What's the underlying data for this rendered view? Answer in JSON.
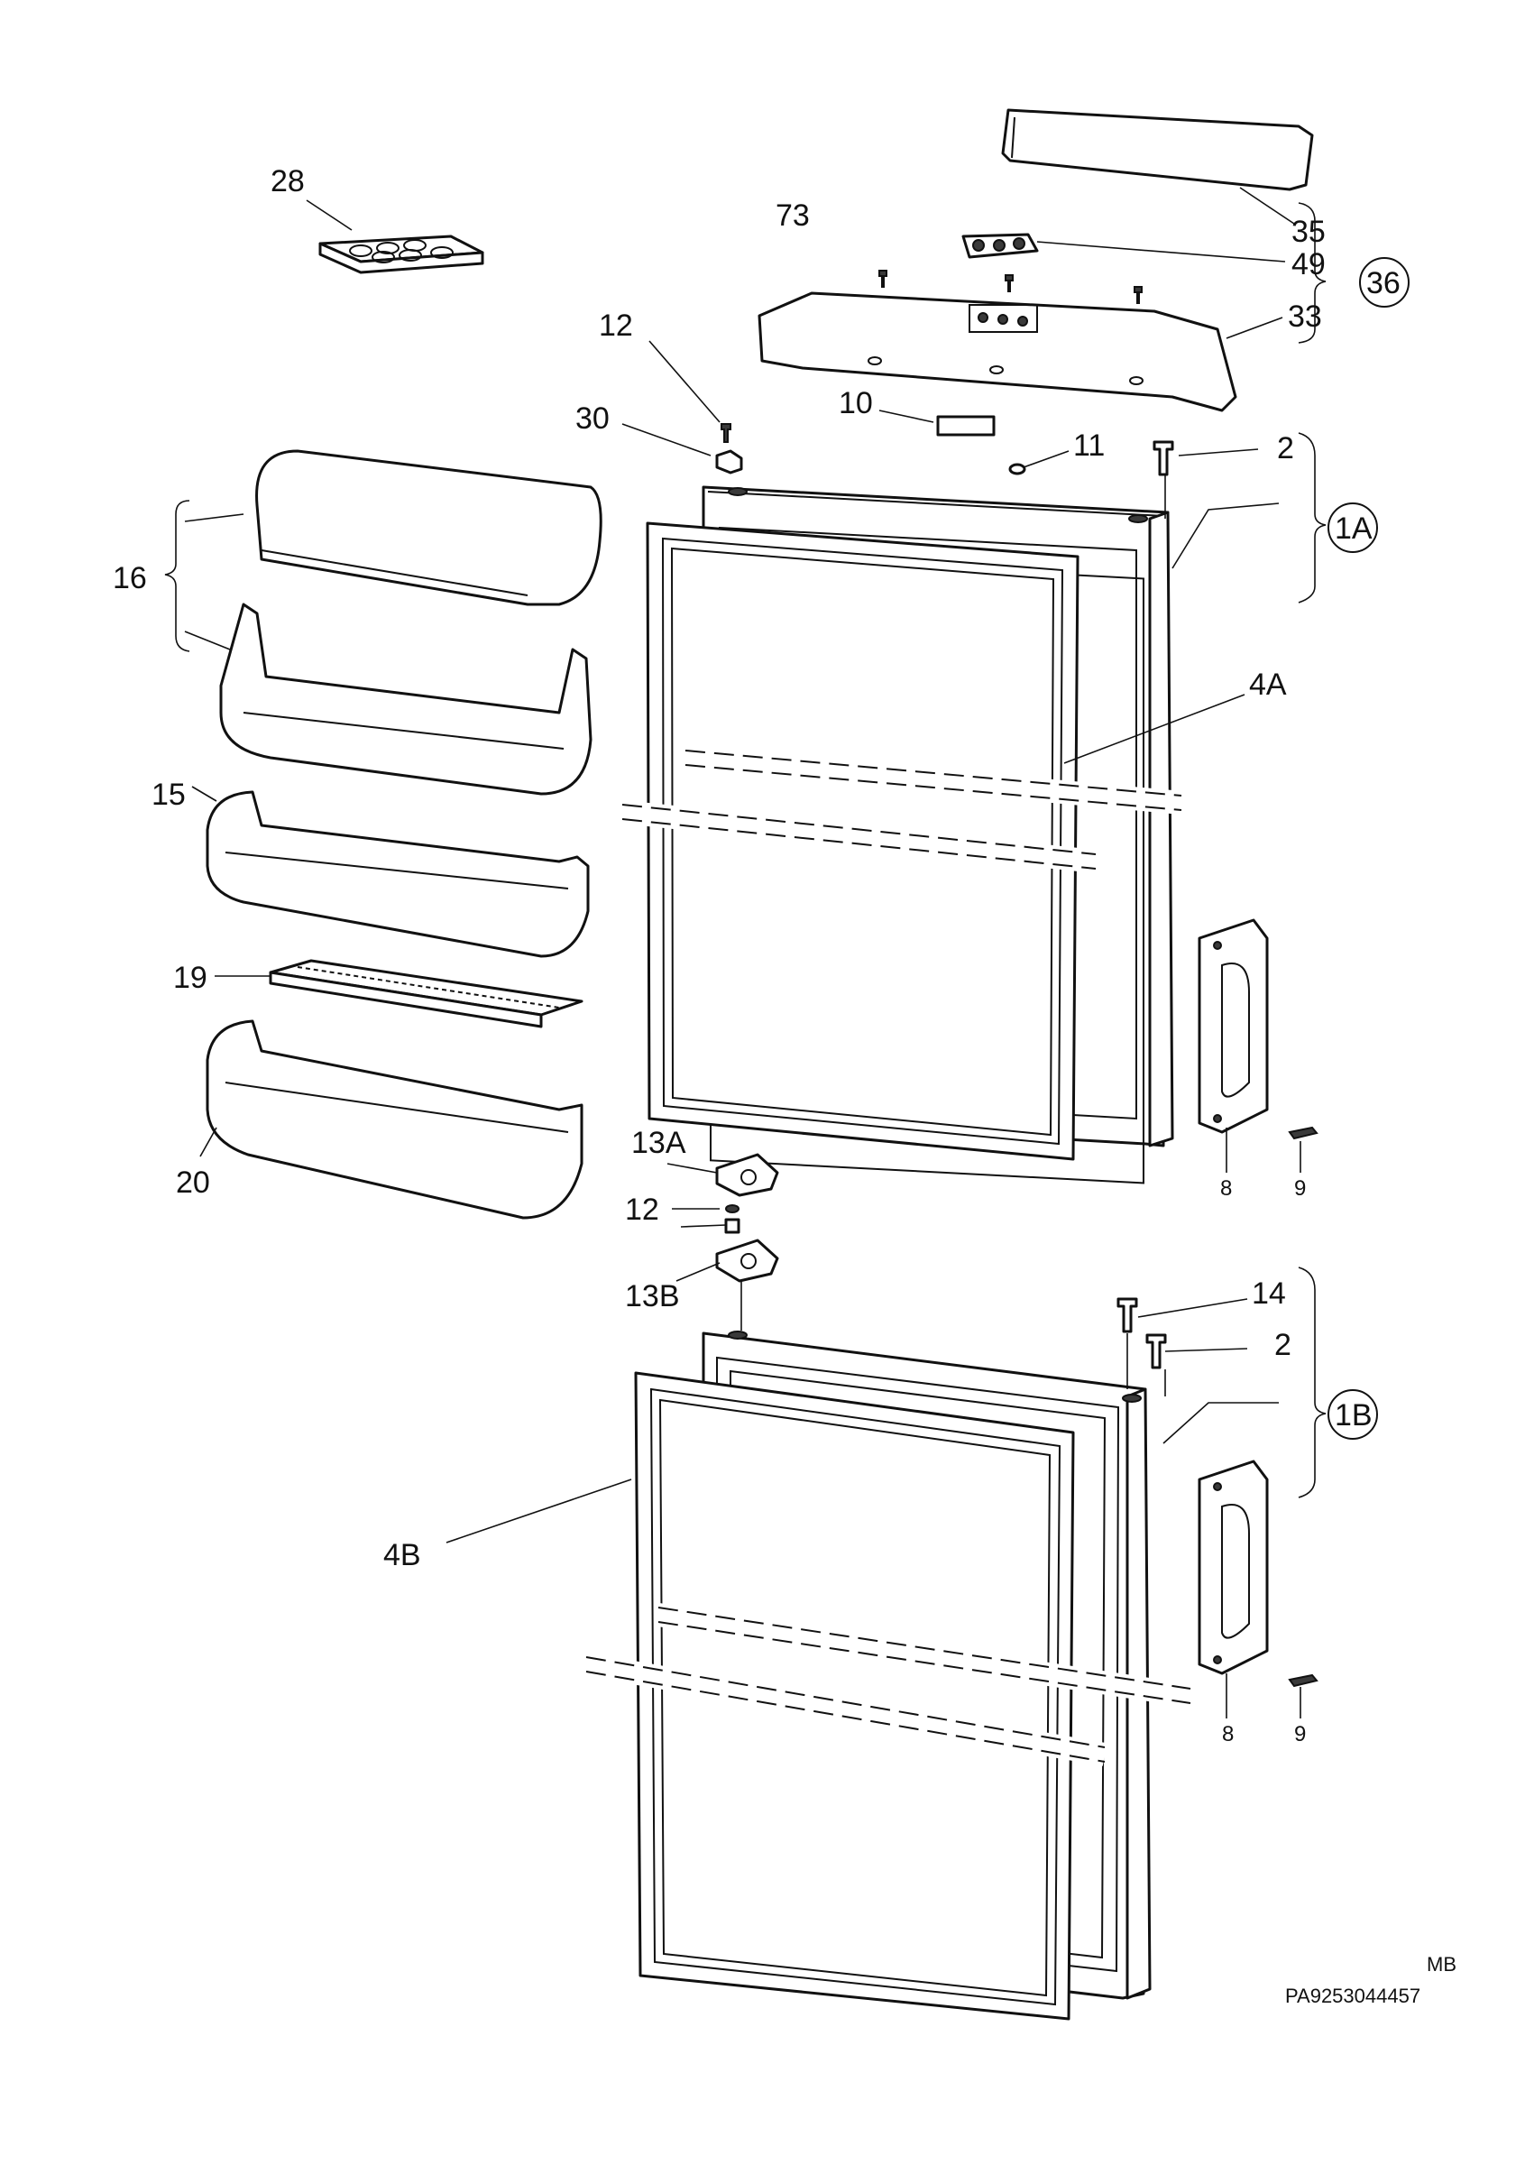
{
  "diagram": {
    "callouts": {
      "c28": "28",
      "c73": "73",
      "c35": "35",
      "c49": "49",
      "c36": "36",
      "c33": "33",
      "c12_top": "12",
      "c30": "30",
      "c10": "10",
      "c11": "11",
      "c2_top": "2",
      "c1A": "1A",
      "c16": "16",
      "c4A": "4A",
      "c15": "15",
      "c19": "19",
      "c20": "20",
      "c8_top": "8",
      "c9_top": "9",
      "c13A": "13A",
      "c12_mid": "12",
      "c13B": "13B",
      "c14": "14",
      "c2_bottom": "2",
      "c1B": "1B",
      "c4B": "4B",
      "c8_bottom": "8",
      "c9_bottom": "9"
    },
    "footer": {
      "code": "MB",
      "reference": "PA9253044457"
    }
  }
}
